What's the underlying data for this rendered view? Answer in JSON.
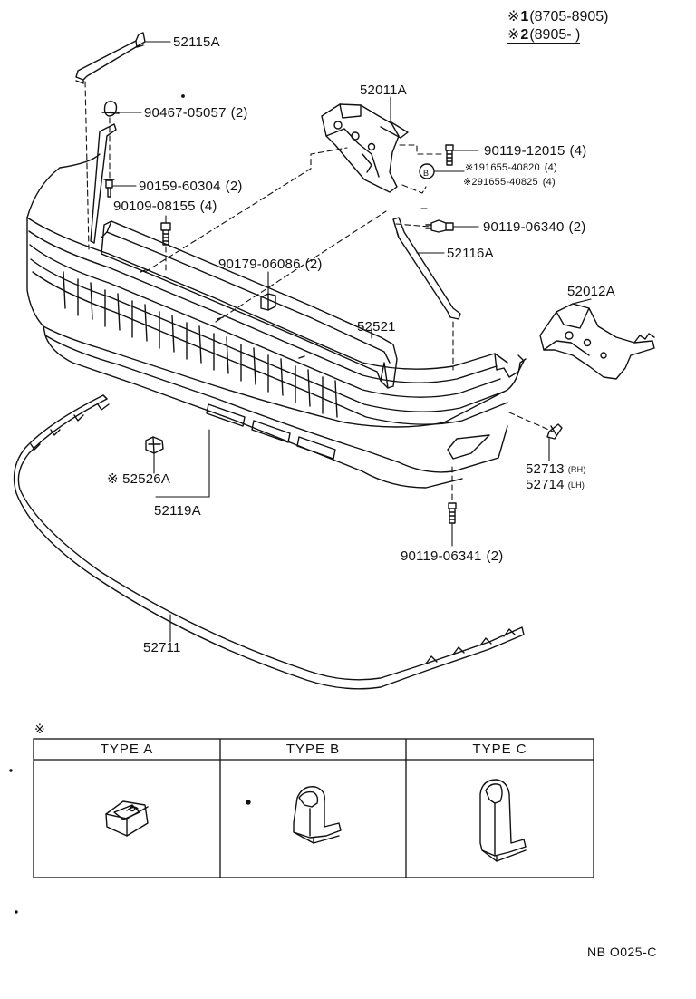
{
  "legend": [
    {
      "mark": "※",
      "index": "1",
      "range": "(8705-8905)"
    },
    {
      "mark": "※",
      "index": "2",
      "range": "(8905-        )"
    }
  ],
  "parts": {
    "p52115A": {
      "number": "52115A",
      "qty": ""
    },
    "p90467": {
      "number": "90467-05057",
      "qty": "(2)"
    },
    "p90159": {
      "number": "90159-60304",
      "qty": "(2)"
    },
    "p90109": {
      "number": "90109-08155",
      "qty": "(4)"
    },
    "p52011A": {
      "number": "52011A",
      "qty": ""
    },
    "p90119a": {
      "number": "90119-12015",
      "qty": "(4)"
    },
    "p191655": {
      "number": "※191655-40820",
      "qty": "(4)"
    },
    "p291655": {
      "number": "※291655-40825",
      "qty": "(4)"
    },
    "p90119b": {
      "number": "90119-06340",
      "qty": "(2)"
    },
    "p52116A": {
      "number": "52116A",
      "qty": ""
    },
    "p90179": {
      "number": "90179-06086",
      "qty": "(2)"
    },
    "p52012A": {
      "number": "52012A",
      "qty": ""
    },
    "p52521": {
      "number": "52521",
      "qty": ""
    },
    "p52713": {
      "number": "52713",
      "side": "(RH)"
    },
    "p52714": {
      "number": "52714",
      "side": "(LH)"
    },
    "p52526A": {
      "number": "※ 52526A",
      "qty": ""
    },
    "p52119A": {
      "number": "52119A",
      "qty": ""
    },
    "p90119c": {
      "number": "90119-06341",
      "qty": "(2)"
    },
    "p52711": {
      "number": "52711",
      "qty": ""
    }
  },
  "callout_B": "B",
  "table": {
    "mark": "※",
    "headers": [
      "TYPE  A",
      "TYPE  B",
      "TYPE  C"
    ]
  },
  "figure_code": "NB O025-C"
}
